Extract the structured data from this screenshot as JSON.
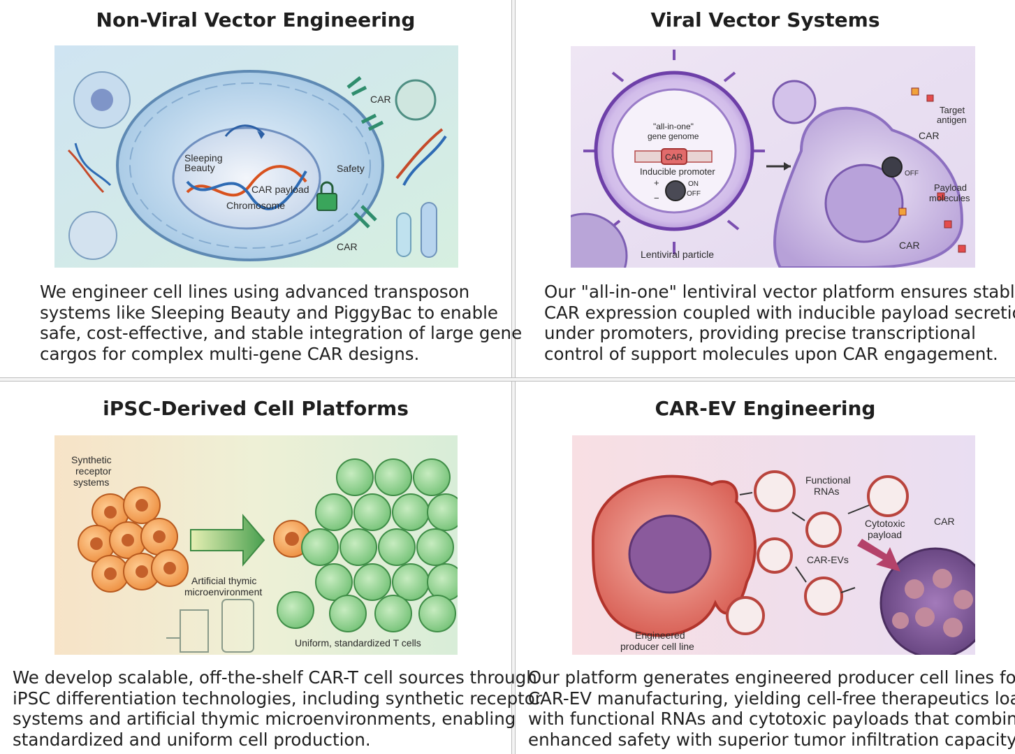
{
  "panels": [
    {
      "title": "Non-Viral Vector Engineering",
      "labels": {
        "sleeping_beauty": [
          "Sleeping",
          "Beauty"
        ],
        "car_payload": "CAR payload",
        "chromosome": "Chromosome",
        "safety": "Safety",
        "car_top": "CAR",
        "car_bottom": "CAR"
      },
      "body": [
        "We engineer cell lines using advanced transposon",
        "systems like Sleeping Beauty and PiggyBac to enable",
        "safe, cost-effective, and stable integration of large gene",
        "cargos for complex multi-gene CAR designs."
      ]
    },
    {
      "title": "Viral Vector Systems",
      "labels": {
        "all_in_one": [
          "\"all-in-one\"",
          "gene genome"
        ],
        "car": "CAR",
        "inducible_promoter": "Inducible promoter",
        "on": "ON",
        "off": "OFF",
        "off2": "OFF",
        "plus": "+",
        "minus": "−",
        "lentiviral_particle": "Lentiviral particle",
        "target_antigen": [
          "Target",
          "antigen"
        ],
        "car_right": "CAR",
        "payload_molecules": [
          "Payload",
          "molecules"
        ],
        "car_bottom": "CAR"
      },
      "body": [
        "Our \"all-in-one\" lentiviral vector platform ensures stable",
        "CAR expression coupled with inducible payload secretion",
        "under promoters, providing precise transcriptional",
        "control of support molecules upon CAR engagement."
      ]
    },
    {
      "title": "iPSC-Derived Cell Platforms",
      "labels": {
        "synthetic_receptor": [
          "Synthetic",
          "receptor",
          "systems"
        ],
        "artificial_thymic": [
          "Artificial thymic",
          "microenvironment"
        ],
        "uniform": "Uniform, standardized T cells"
      },
      "body": [
        "We develop scalable, off-the-shelf CAR-T cell sources through",
        "iPSC differentiation technologies, including synthetic receptor",
        "systems and artificial thymic microenvironments, enabling",
        "standardized and uniform cell production."
      ]
    },
    {
      "title": "CAR-EV Engineering",
      "labels": {
        "functional_rnas": [
          "Functional",
          "RNAs"
        ],
        "cytotoxic_payload": [
          "Cytotoxic",
          "payload"
        ],
        "car_evs": "CAR-EVs",
        "car": "CAR",
        "engineered_producer": [
          "Engineered",
          "producer cell line"
        ]
      },
      "body": [
        "Our platform generates engineered producer cell lines for",
        "CAR-EV manufacturing, yielding cell-free therapeutics loaded",
        "with functional RNAs and cytotoxic payloads that combine",
        "enhanced safety with superior tumor infiltration capacity."
      ]
    }
  ]
}
